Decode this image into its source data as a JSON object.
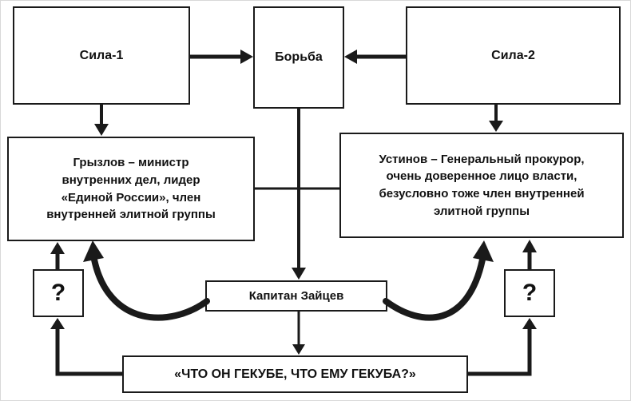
{
  "colors": {
    "line": "#1a1a1a",
    "box_border": "#1a1a1a",
    "box_background": "#ffffff",
    "page_background": "#ffffff"
  },
  "nodes": {
    "sila1": {
      "label": "Сила-1"
    },
    "borba": {
      "label": "Борьба"
    },
    "sila2": {
      "label": "Сила-2"
    },
    "gryzlov": {
      "label": "Грызлов – министр\nвнутренних дел, лидер\n«Единой России», член\nвнутренней элитной группы"
    },
    "ustinov": {
      "label": "Устинов – Генеральный прокурор,\nочень доверенное лицо власти,\nбезусловно тоже член внутренней\nэлитной группы"
    },
    "zaytsev": {
      "label": "Капитан Зайцев"
    },
    "gekuba": {
      "label": "«ЧТО ОН ГЕКУБЕ, ЧТО ЕМУ ГЕКУБА?»"
    },
    "question_left": {
      "label": "?"
    },
    "question_right": {
      "label": "?"
    }
  }
}
